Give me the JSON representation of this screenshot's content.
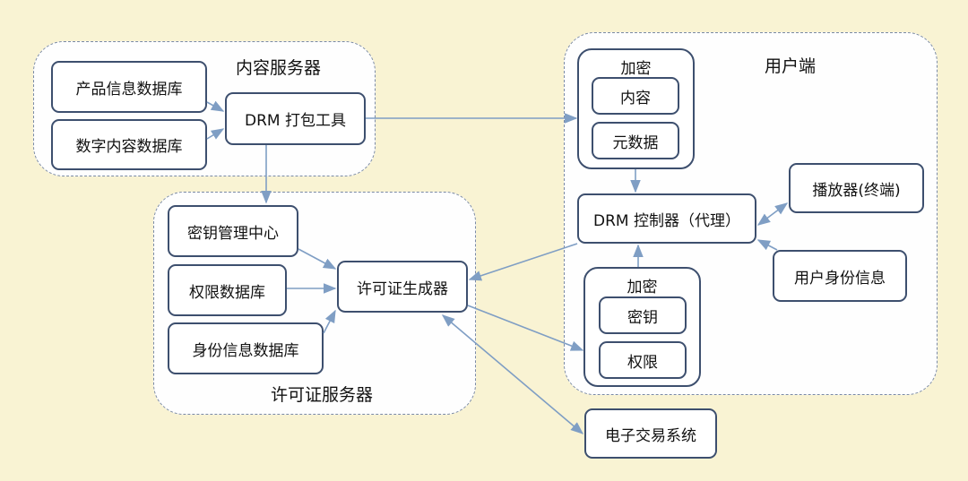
{
  "groups": {
    "content_server": "内容服务器",
    "license_server": "许可证服务器",
    "client": "用户端"
  },
  "content_server": {
    "product_db": "产品信息数据库",
    "digital_content_db": "数字内容数据库",
    "drm_packager": "DRM 打包工具"
  },
  "license_server": {
    "key_center": "密钥管理中心",
    "rights_db": "权限数据库",
    "identity_db": "身份信息数据库",
    "license_generator": "许可证生成器"
  },
  "client": {
    "encrypted_top": {
      "title": "加密",
      "content": "内容",
      "metadata": "元数据"
    },
    "drm_controller": "DRM 控制器（代理）",
    "player": "播放器(终端)",
    "user_identity": "用户身份信息",
    "encrypted_bottom": {
      "title": "加密",
      "key": "密钥",
      "rights": "权限"
    }
  },
  "ecommerce": "电子交易系统",
  "colors": {
    "background": "#f9f3d3",
    "arrow": "#7f9ec4",
    "box_border": "#3d4f6e",
    "group_border": "#7a8aa6"
  }
}
